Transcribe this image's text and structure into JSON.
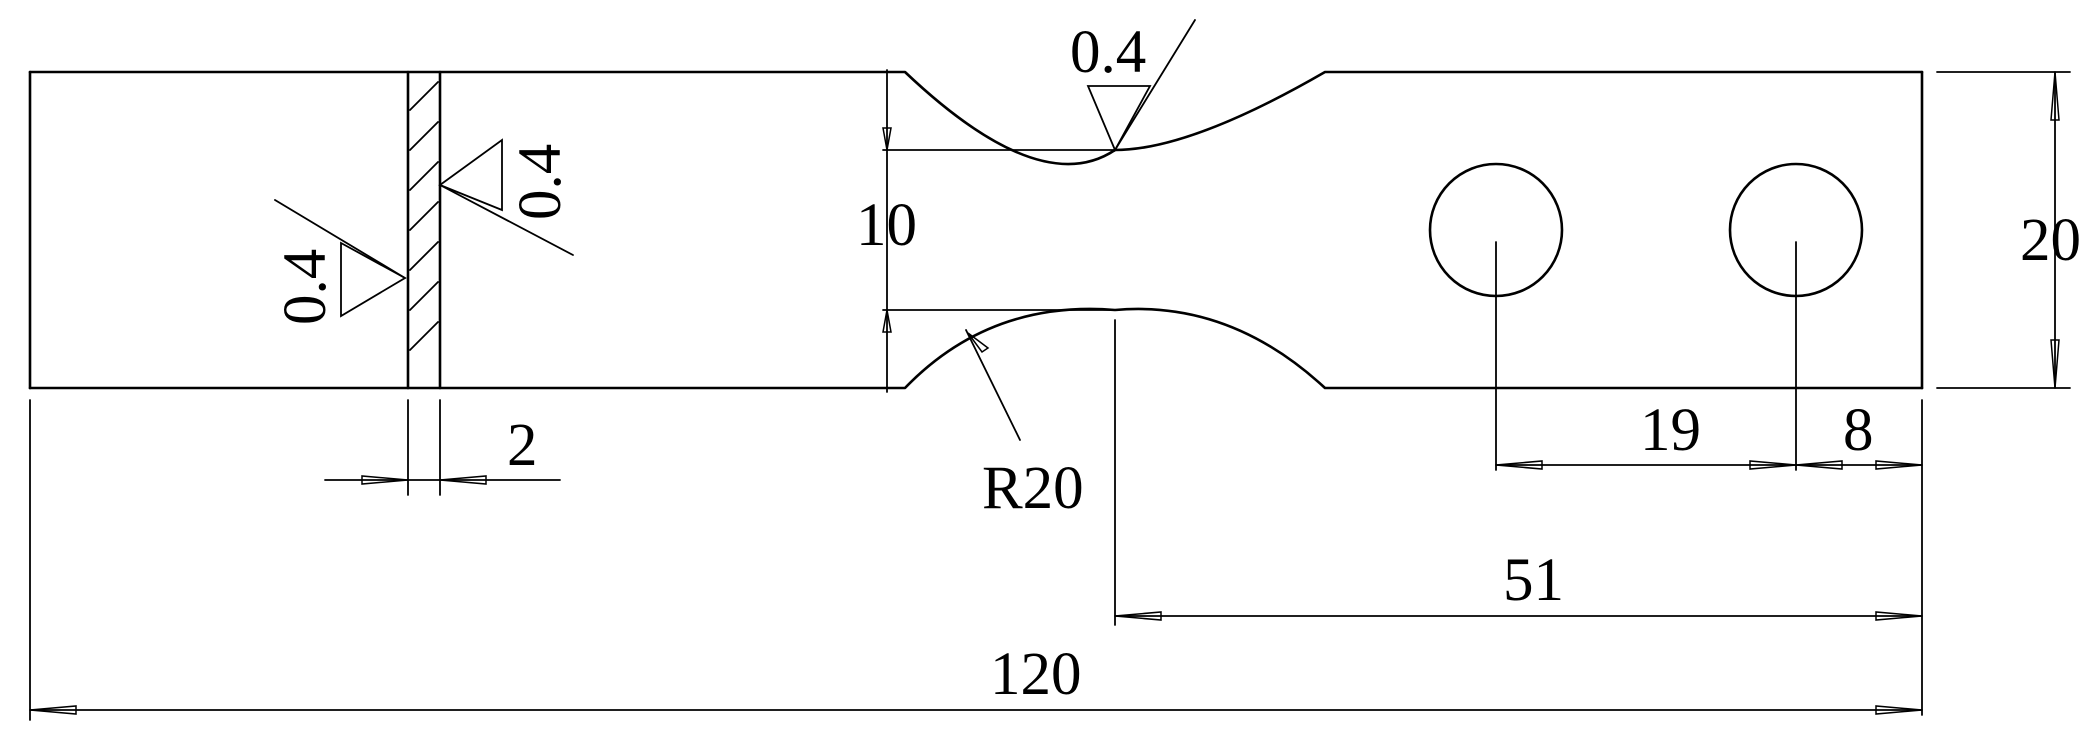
{
  "drawing": {
    "roughness_top": "0.4",
    "roughness_weld_right": "0.4",
    "roughness_weld_left": "0.4",
    "dim_neck_width": "10",
    "dim_radius": "R20",
    "dim_total_width": "20",
    "dim_weld_width": "2",
    "dim_hole_spacing": "19",
    "dim_hole_edge": "8",
    "dim_neck_to_end": "51",
    "dim_total_length": "120"
  }
}
